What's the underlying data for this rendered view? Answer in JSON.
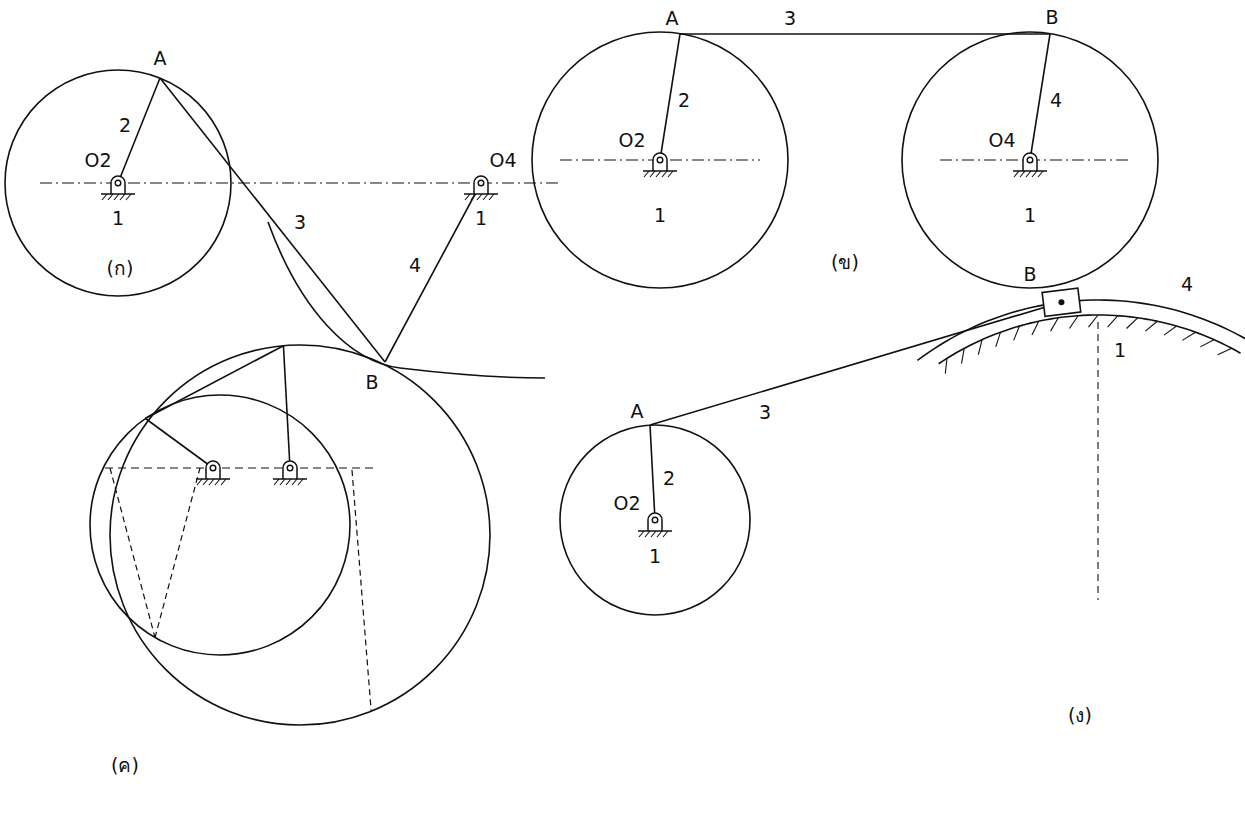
{
  "diagram": {
    "labels": [
      "A",
      "2",
      "O2",
      "1",
      "3",
      "O4",
      "1",
      "4",
      "B",
      "(ก)",
      "A",
      "3",
      "B",
      "O2",
      "2",
      "4",
      "O4",
      "1",
      "1",
      "(ข)",
      "(ค)",
      "A",
      "3",
      "2",
      "O2",
      "1",
      "B",
      "4",
      "1",
      "(ง)"
    ]
  }
}
